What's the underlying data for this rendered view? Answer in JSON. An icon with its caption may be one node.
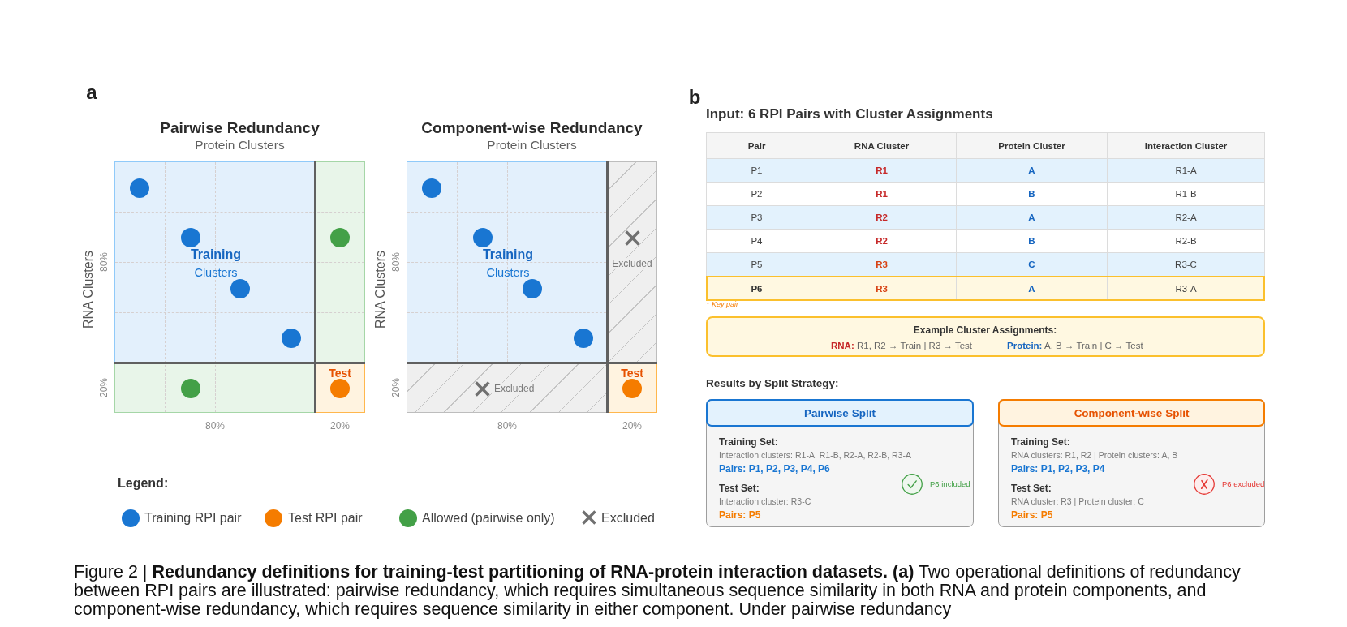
{
  "diagram": {
    "caption": "Figure 2 | **Redundancy definitions for training-test partitioning of RNA-protein interaction datasets.** **(a)** Two operational definitions of redundancy between RPI pairs are illustrated: pairwise redundancy, which requires simultaneous sequence similarity in both RNA and protein components, and component-wise redundancy, which requires sequence similarity in either component. Under pairwise redundancy",
    "nodes": [
      {
        "text": [
          "Pairwise Redundancy",
          "Protein Clusters"
        ],
        "beside": [
          "RNA Clusters",
          "80%",
          "20%",
          "80%",
          "20%"
        ]
      },
      {
        "text": [
          "Training",
          "Clusters"
        ],
        "in": 0
      },
      {
        "text": [],
        "shape": "circle",
        "in": 1
      },
      {
        "text": [],
        "shape": "circle",
        "in": 1
      },
      {
        "text": [],
        "shape": "circle",
        "in": 1
      },
      {
        "text": [],
        "shape": "circle",
        "in": 1
      },
      {
        "text": [],
        "shape": "box",
        "in": 0
      },
      {
        "text": [],
        "shape": "circle",
        "in": 6
      },
      {
        "text": [],
        "shape": "box",
        "in": 0
      },
      {
        "text": [],
        "shape": "circle",
        "in": 8
      },
      {
        "text": [
          "Test"
        ],
        "in": 0
      },
      {
        "text": [],
        "shape": "circle",
        "in": 10
      },
      {
        "text": [
          "Component-wise Redundancy",
          "Protein Clusters"
        ],
        "beside": [
          "RNA Clusters",
          "80%",
          "20%",
          "80%",
          "20%"
        ]
      },
      {
        "text": [
          "Training",
          "Clusters"
        ],
        "in": 12
      },
      {
        "text": [],
        "shape": "circle",
        "in": 13
      },
      {
        "text": [],
        "shape": "circle",
        "in": 13
      },
      {
        "text": [],
        "shape": "circle",
        "in": 13
      },
      {
        "text": [],
        "shape": "circle",
        "in": 13
      },
      {
        "text": [
          "Excluded"
        ],
        "in": 12
      },
      {
        "text": [
          "Excluded"
        ],
        "in": 12
      },
      {
        "text": [
          "Test"
        ],
        "in": 12
      },
      {
        "text": [],
        "shape": "circle",
        "in": 20
      },
      {
        "text": [
          "Example Cluster Assignments:",
          "**RNA:** R1, R2 → Train | R3 → Test",
          "**Protein:** A, B → Train | C → Test"
        ]
      },
      {
        "text": [
          "Training Set:",
          "Interaction clusters: R1-A, R1-B, R2-A, R2-B, R3-A",
          "Pairs: P1, P2, P3, P4, P6",
          "Test Set:",
          "Interaction cluster: R3-C",
          "Pairs: P5",
          "P6 included"
        ]
      },
      {
        "text": [
          "Pairwise Split"
        ],
        "in": 23
      },
      {
        "text": [
          "Training Set:",
          "RNA clusters: R1, R2 | Protein clusters: A, B",
          "Pairs: P1, P2, P3, P4",
          "Test Set:",
          "RNA cluster: R3 | Protein cluster: C",
          "Pairs: P5",
          "P6 excluded"
        ]
      },
      {
        "text": [
          "Component-wise Split"
        ],
        "in": 25
      }
    ],
    "labels": [
      "a",
      "Legend:",
      "b",
      "Input: 6 RPI Pairs with Cluster Assignments",
      "Pair",
      "RNA Cluster",
      "Protein Cluster",
      "Interaction Cluster",
      "P1",
      "R1",
      "A",
      "R1-A",
      "P2",
      "R1",
      "B",
      "R1-B",
      "P3",
      "R2",
      "A",
      "R2-A",
      "P4",
      "R2",
      "B",
      "R2-B",
      "P5",
      "R3",
      "C",
      "R3-C",
      "P6",
      "R3",
      "A",
      "R3-A",
      "↑ Key pair",
      "Results by Split Strategy:"
    ],
    "legend": [
      {
        "text": "Training RPI pair",
        "color": "#1976d2"
      },
      {
        "text": "Test RPI pair",
        "color": "#f57c00"
      },
      {
        "text": "Allowed (pairwise only)",
        "color": "#43a047"
      },
      {
        "text": "Excluded"
      }
    ]
  }
}
